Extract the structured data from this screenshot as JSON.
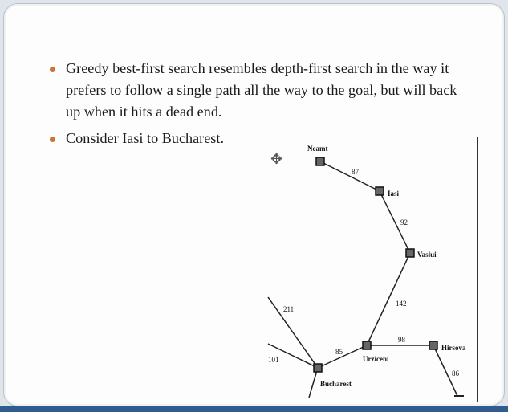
{
  "bullets": [
    "Greedy best-first search resembles depth-first search in the way it prefers to follow a single path all the way to the goal, but will back up when it hits a dead end.",
    "Consider Iasi to Bucharest."
  ],
  "cities": {
    "neamt": "Neamt",
    "iasi": "Iasi",
    "vaslui": "Vaslui",
    "urziceni": "Urziceni",
    "hirsova": "Hirsova",
    "bucharest": "Bucharest"
  },
  "distances": {
    "neamt_iasi": "87",
    "iasi_vaslui": "92",
    "vaslui_urziceni": "142",
    "urziceni_hirsova": "98",
    "urziceni_bucharest": "85",
    "hirsova_eforie": "86",
    "bucharest_up": "211",
    "bucharest_left": "101"
  },
  "colors": {
    "bullet": "#d0703a",
    "slide_bar": "#2f5e8e"
  }
}
